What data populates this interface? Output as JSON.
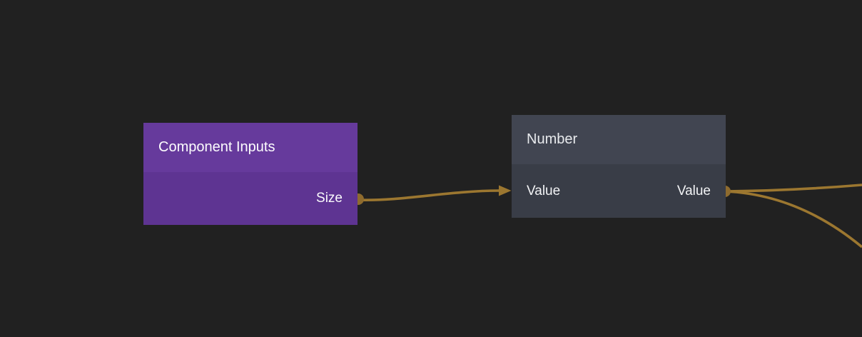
{
  "colors": {
    "canvas-bg": "#212121",
    "wire": "#9c7730",
    "port": "#8e6b2e",
    "ci-header": "#663a9c",
    "ci-body": "#5e3492",
    "num-header": "#414551",
    "num-body": "#393d47"
  },
  "nodes": {
    "component_inputs": {
      "title": "Component Inputs",
      "outputs": [
        {
          "label": "Size"
        }
      ]
    },
    "number": {
      "title": "Number",
      "inputs": [
        {
          "label": "Value"
        }
      ],
      "outputs": [
        {
          "label": "Value"
        }
      ]
    }
  },
  "connections": [
    {
      "from": "Component Inputs.Size",
      "to": "Number.Value"
    },
    {
      "from": "Number.Value",
      "to": "offscreen-right-upper"
    },
    {
      "from": "Number.Value",
      "to": "offscreen-right-lower"
    }
  ]
}
